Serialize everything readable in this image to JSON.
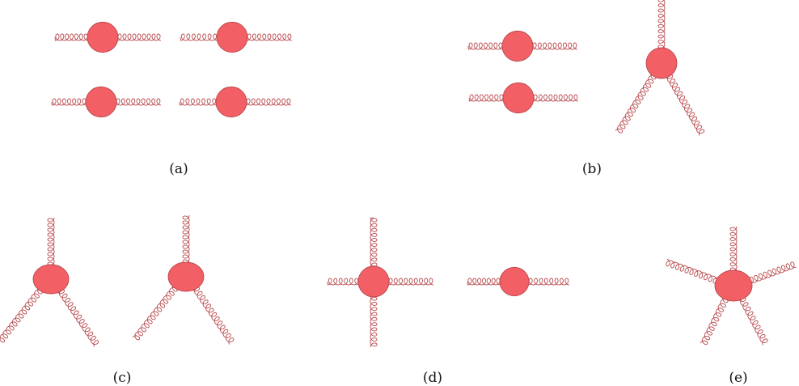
{
  "colors": {
    "blob_fill": "#f26065",
    "blob_stroke": "#b8474b",
    "gluon": "#b8474b"
  },
  "panels": [
    {
      "label": "(a)"
    },
    {
      "label": "(b)"
    },
    {
      "label": "(c)"
    },
    {
      "label": "(d)"
    },
    {
      "label": "(e)"
    }
  ]
}
